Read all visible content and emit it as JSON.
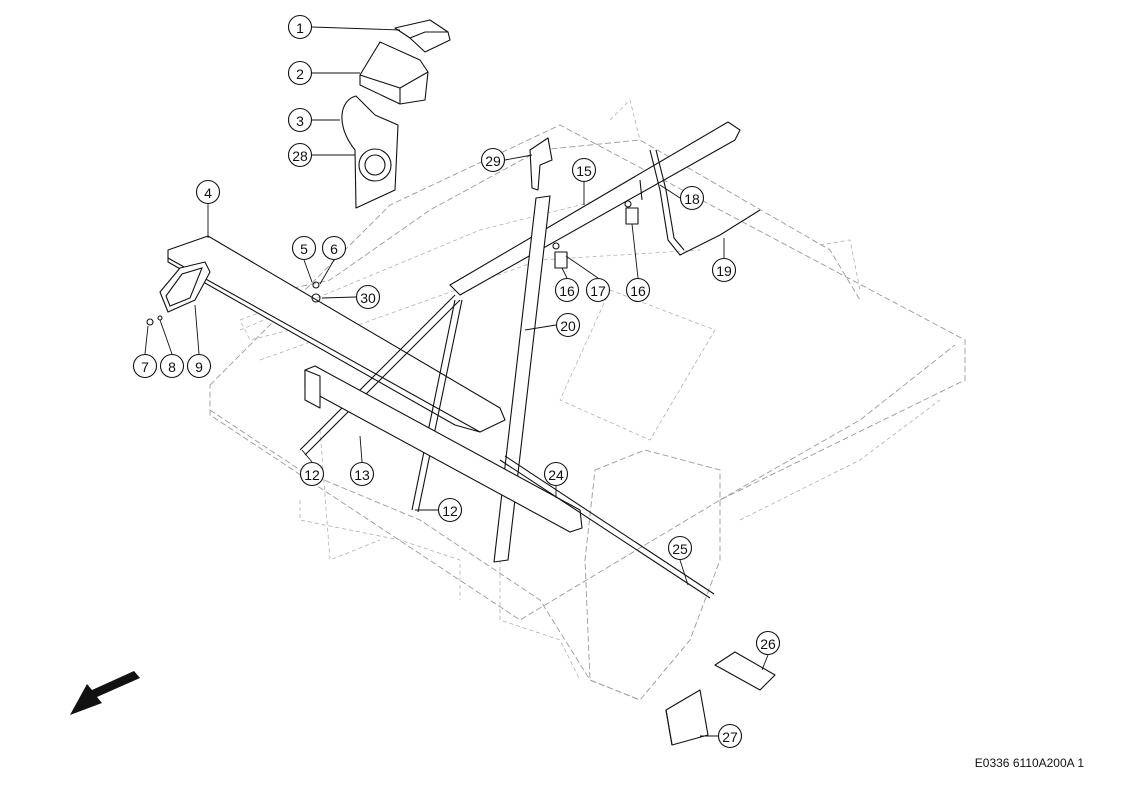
{
  "drawing": {
    "reference_code": "E0336 6110A200A 1",
    "callouts": [
      {
        "label": "1"
      },
      {
        "label": "2"
      },
      {
        "label": "3"
      },
      {
        "label": "28"
      },
      {
        "label": "29"
      },
      {
        "label": "15"
      },
      {
        "label": "18"
      },
      {
        "label": "4"
      },
      {
        "label": "5"
      },
      {
        "label": "6"
      },
      {
        "label": "30"
      },
      {
        "label": "16"
      },
      {
        "label": "17"
      },
      {
        "label": "16"
      },
      {
        "label": "19"
      },
      {
        "label": "20"
      },
      {
        "label": "7"
      },
      {
        "label": "8"
      },
      {
        "label": "9"
      },
      {
        "label": "12"
      },
      {
        "label": "13"
      },
      {
        "label": "24"
      },
      {
        "label": "12"
      },
      {
        "label": "25"
      },
      {
        "label": "26"
      },
      {
        "label": "27"
      }
    ],
    "direction_arrow": "arrow-icon"
  }
}
